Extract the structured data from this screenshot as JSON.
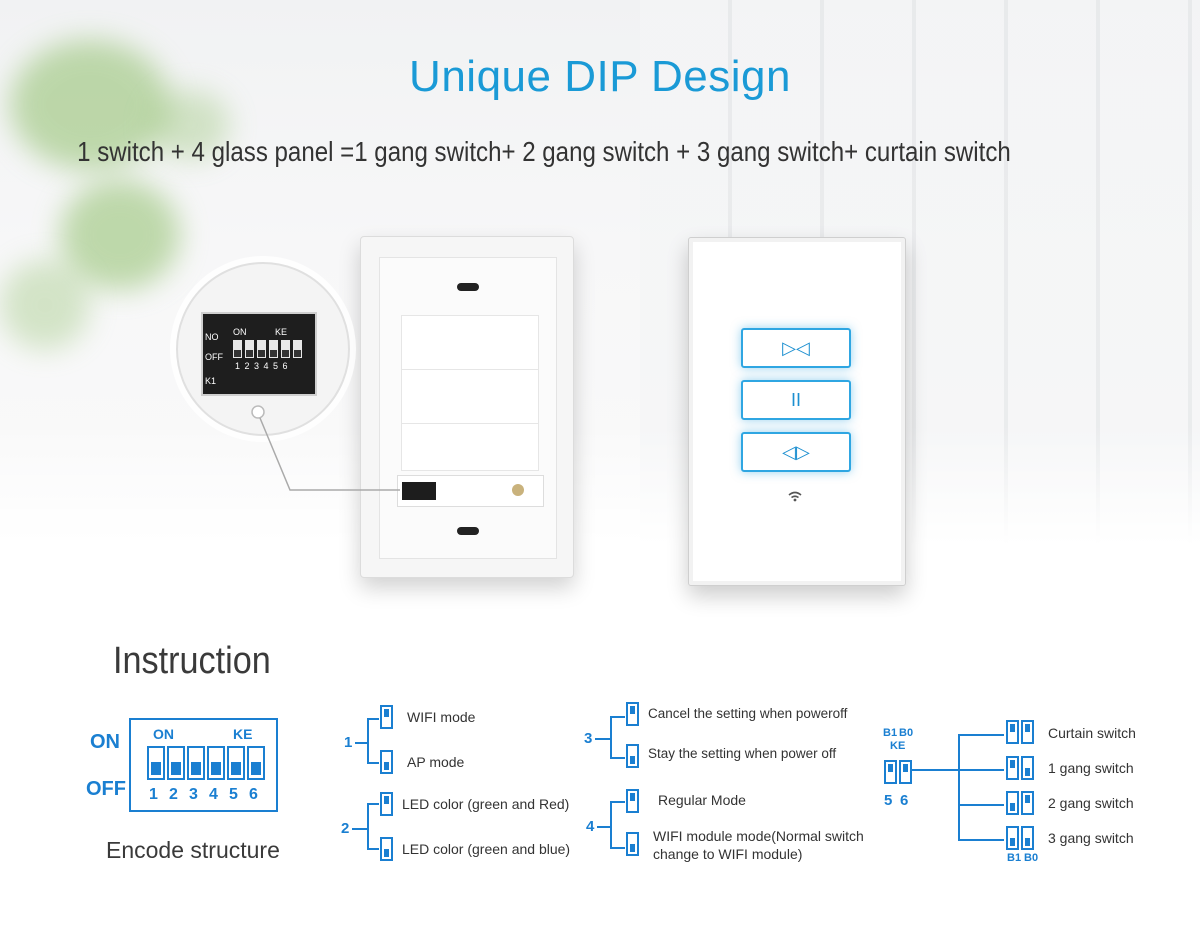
{
  "header": {
    "title": "Unique DIP Design",
    "subtitle": "1 switch + 4 glass panel =1 gang switch+ 2 gang switch + 3 gang switch+ curtain switch"
  },
  "dip_zoom": {
    "no": "NO",
    "on": "ON",
    "ke": "KE",
    "off": "OFF",
    "numbers": "1 2 3 4 5 6",
    "k1": "K1"
  },
  "glass_panel": {
    "buttons": [
      "▷◁",
      "II",
      "◁▷"
    ]
  },
  "instruction": {
    "title": "Instruction",
    "encode": {
      "on_label": "ON",
      "off_label": "OFF",
      "box_on": "ON",
      "box_ke": "KE",
      "numbers": [
        "1",
        "2",
        "3",
        "4",
        "5",
        "6"
      ],
      "caption": "Encode structure"
    },
    "group1": {
      "num": "1",
      "options": [
        "WIFI mode",
        "AP mode"
      ]
    },
    "group2": {
      "num": "2",
      "options": [
        "LED color (green and Red)",
        "LED color (green and blue)"
      ]
    },
    "group3": {
      "num": "3",
      "options": [
        "Cancel the setting when poweroff",
        "Stay the setting when power off"
      ]
    },
    "group4": {
      "num": "4",
      "options": [
        "Regular Mode",
        "WIFI module mode(Normal switch change to WIFI module)"
      ]
    },
    "group56": {
      "top_b1": "B1",
      "top_b0": "B0",
      "ke": "KE",
      "num5": "5",
      "num6": "6",
      "bottom_b1": "B1",
      "bottom_b0": "B0",
      "options": [
        "Curtain switch",
        "1 gang switch",
        "2 gang switch",
        "3 gang switch"
      ]
    }
  },
  "colors": {
    "accent": "#1a9ad6",
    "diagram": "#1a7fd1"
  }
}
